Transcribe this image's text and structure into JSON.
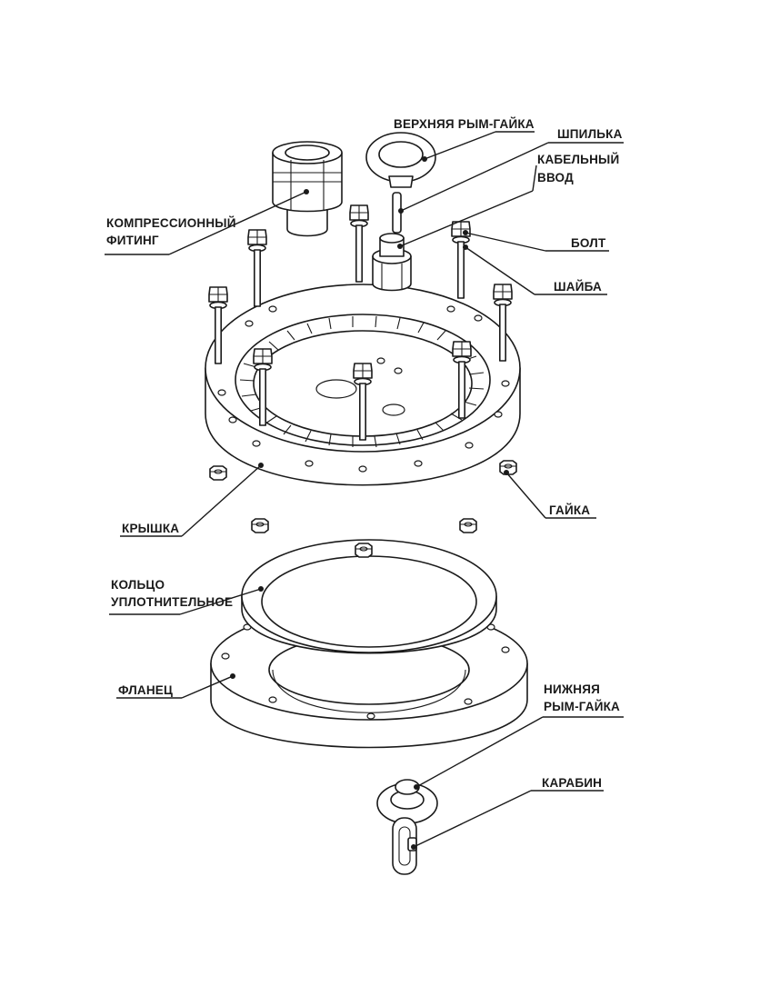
{
  "labels": {
    "upper_eye_nut": "ВЕРХНЯЯ РЫМ-ГАЙКА",
    "stud": "ШПИЛЬКА",
    "cable_gland_1": "КАБЕЛЬНЫЙ",
    "cable_gland_2": "ВВОД",
    "compression_fitting_1": "КОМПРЕССИОННЫЙ",
    "compression_fitting_2": "ФИТИНГ",
    "bolt": "БОЛТ",
    "washer": "ШАЙБА",
    "nut": "ГАЙКА",
    "cover": "КРЫШКА",
    "sealing_ring_1": "КОЛЬЦО",
    "sealing_ring_2": "УПЛОТНИТЕЛЬНОЕ",
    "flange": "ФЛАНЕЦ",
    "lower_eye_nut_1": "НИЖНЯЯ",
    "lower_eye_nut_2": "РЫМ-ГАЙКА",
    "carabiner": "КАРАБИН"
  },
  "icons": {
    "bolt": "bolt-icon",
    "nut": "hex-nut-icon",
    "eye_nut": "eye-nut-icon",
    "carabiner": "carabiner-icon"
  }
}
